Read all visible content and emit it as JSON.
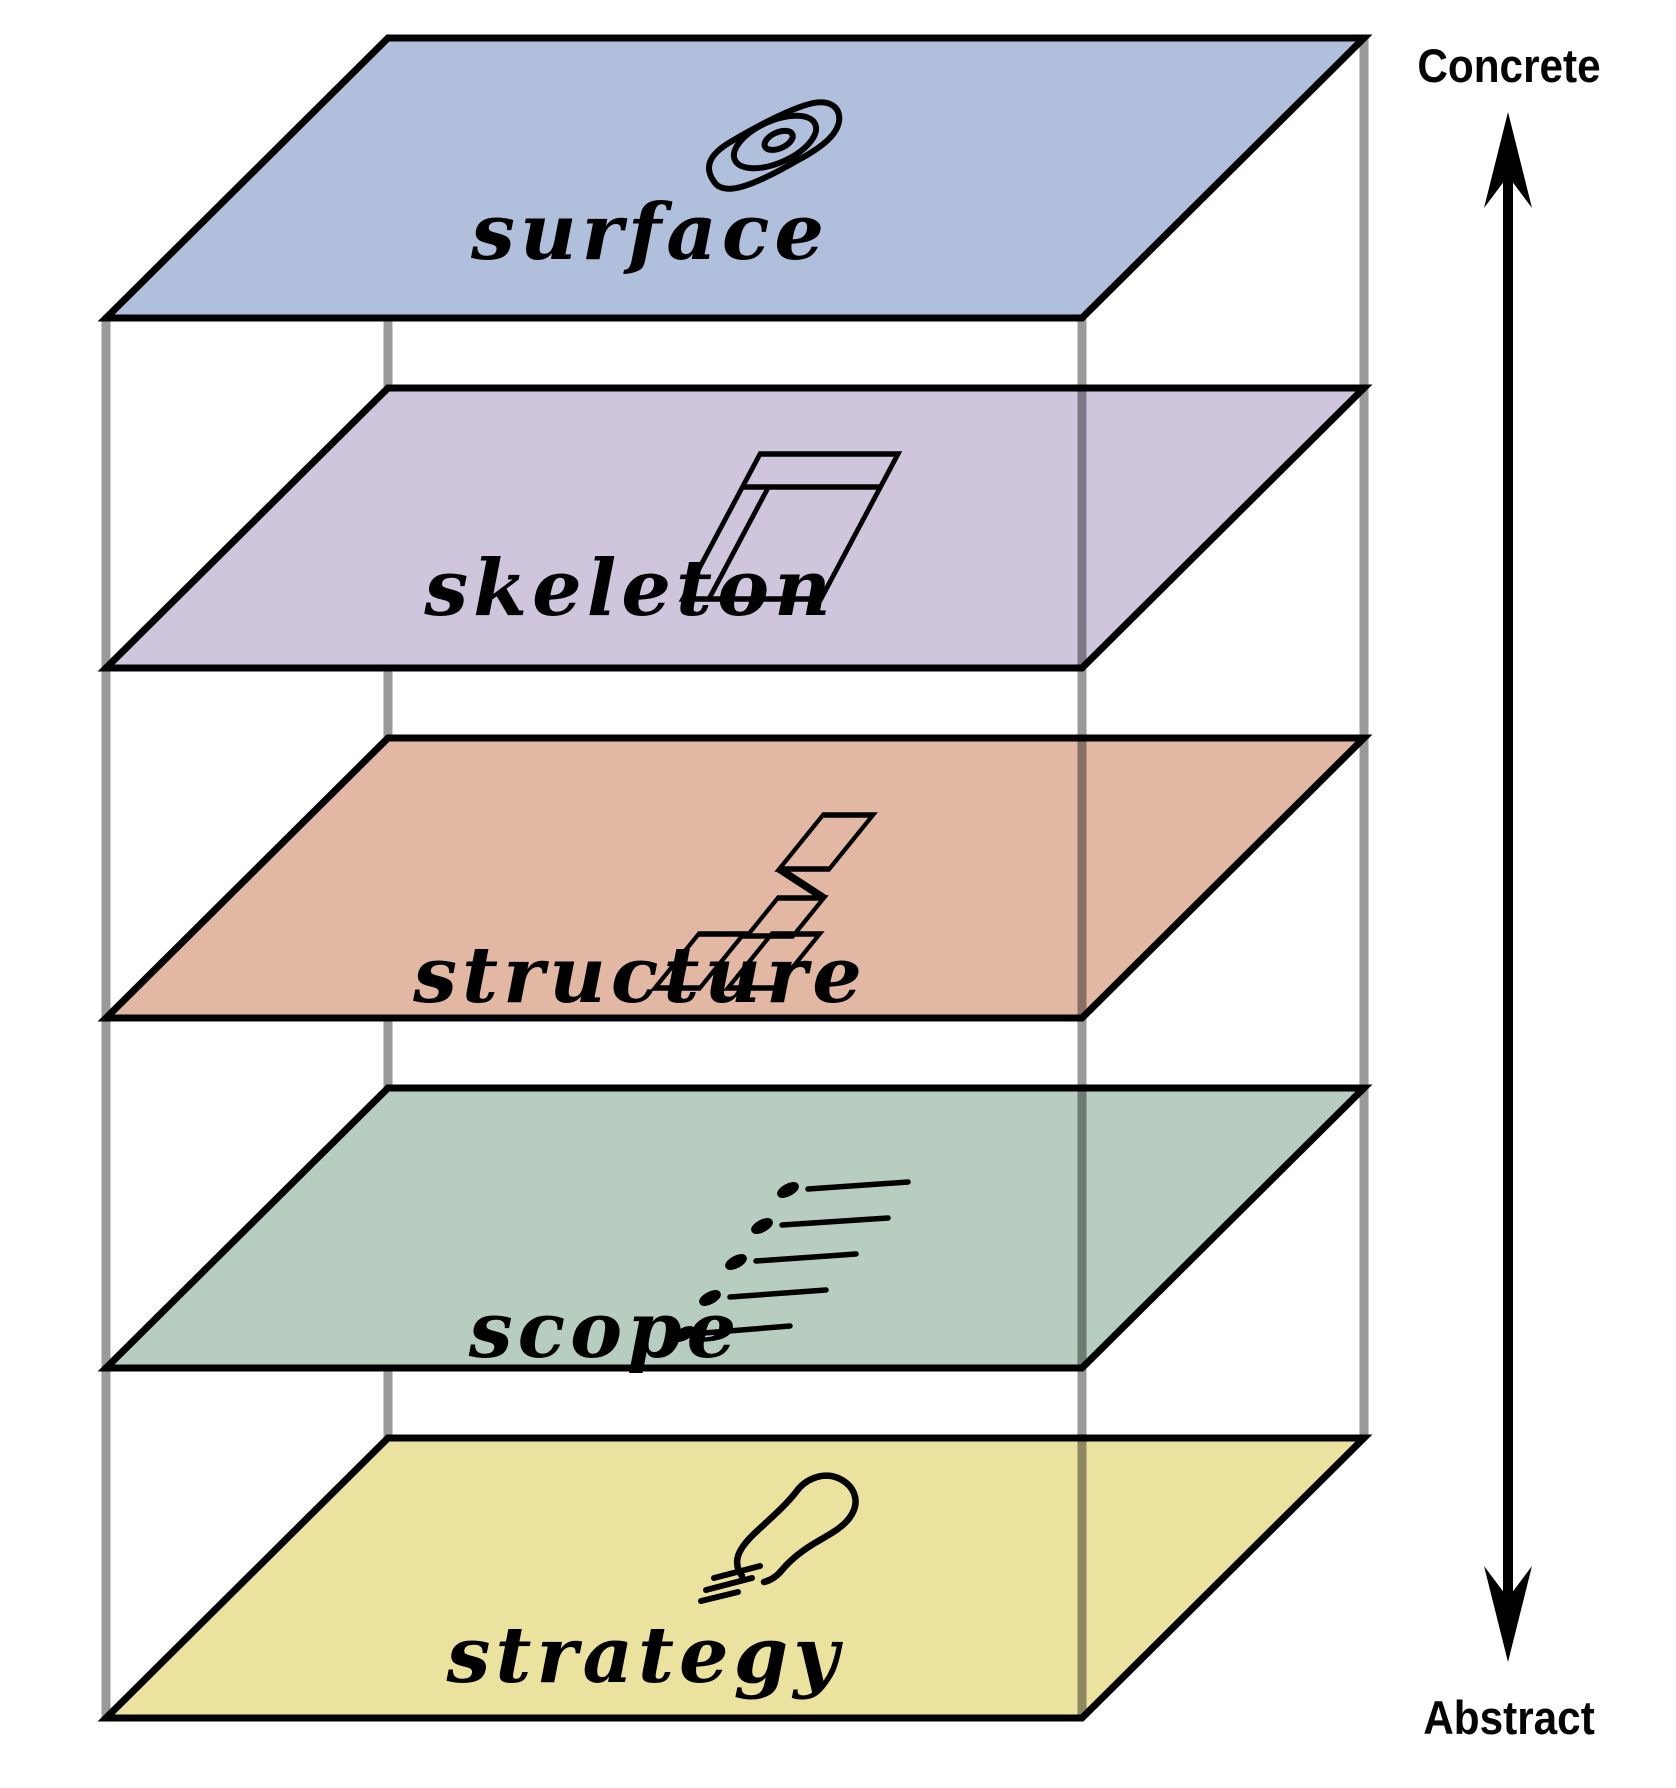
{
  "diagram": {
    "planes": [
      {
        "label": "surface",
        "color": "#b0c0dc",
        "icon": "eye-icon"
      },
      {
        "label": "skeleton",
        "color": "#cfc5dc",
        "icon": "wireframe-page-icon"
      },
      {
        "label": "structure",
        "color": "#e2b8a4",
        "icon": "sitemap-icon"
      },
      {
        "label": "scope",
        "color": "#b6cdbf",
        "icon": "requirements-list-icon"
      },
      {
        "label": "strategy",
        "color": "#ece2a0",
        "icon": "lightbulb-icon"
      }
    ],
    "axis": {
      "top_label": "Concrete",
      "bottom_label": "Abstract"
    },
    "colors": {
      "plane_outline": "#000000",
      "connector_line": "#9a9a9a",
      "arrow": "#000000",
      "icon_stroke": "#000000",
      "label_text": "#000000"
    }
  }
}
